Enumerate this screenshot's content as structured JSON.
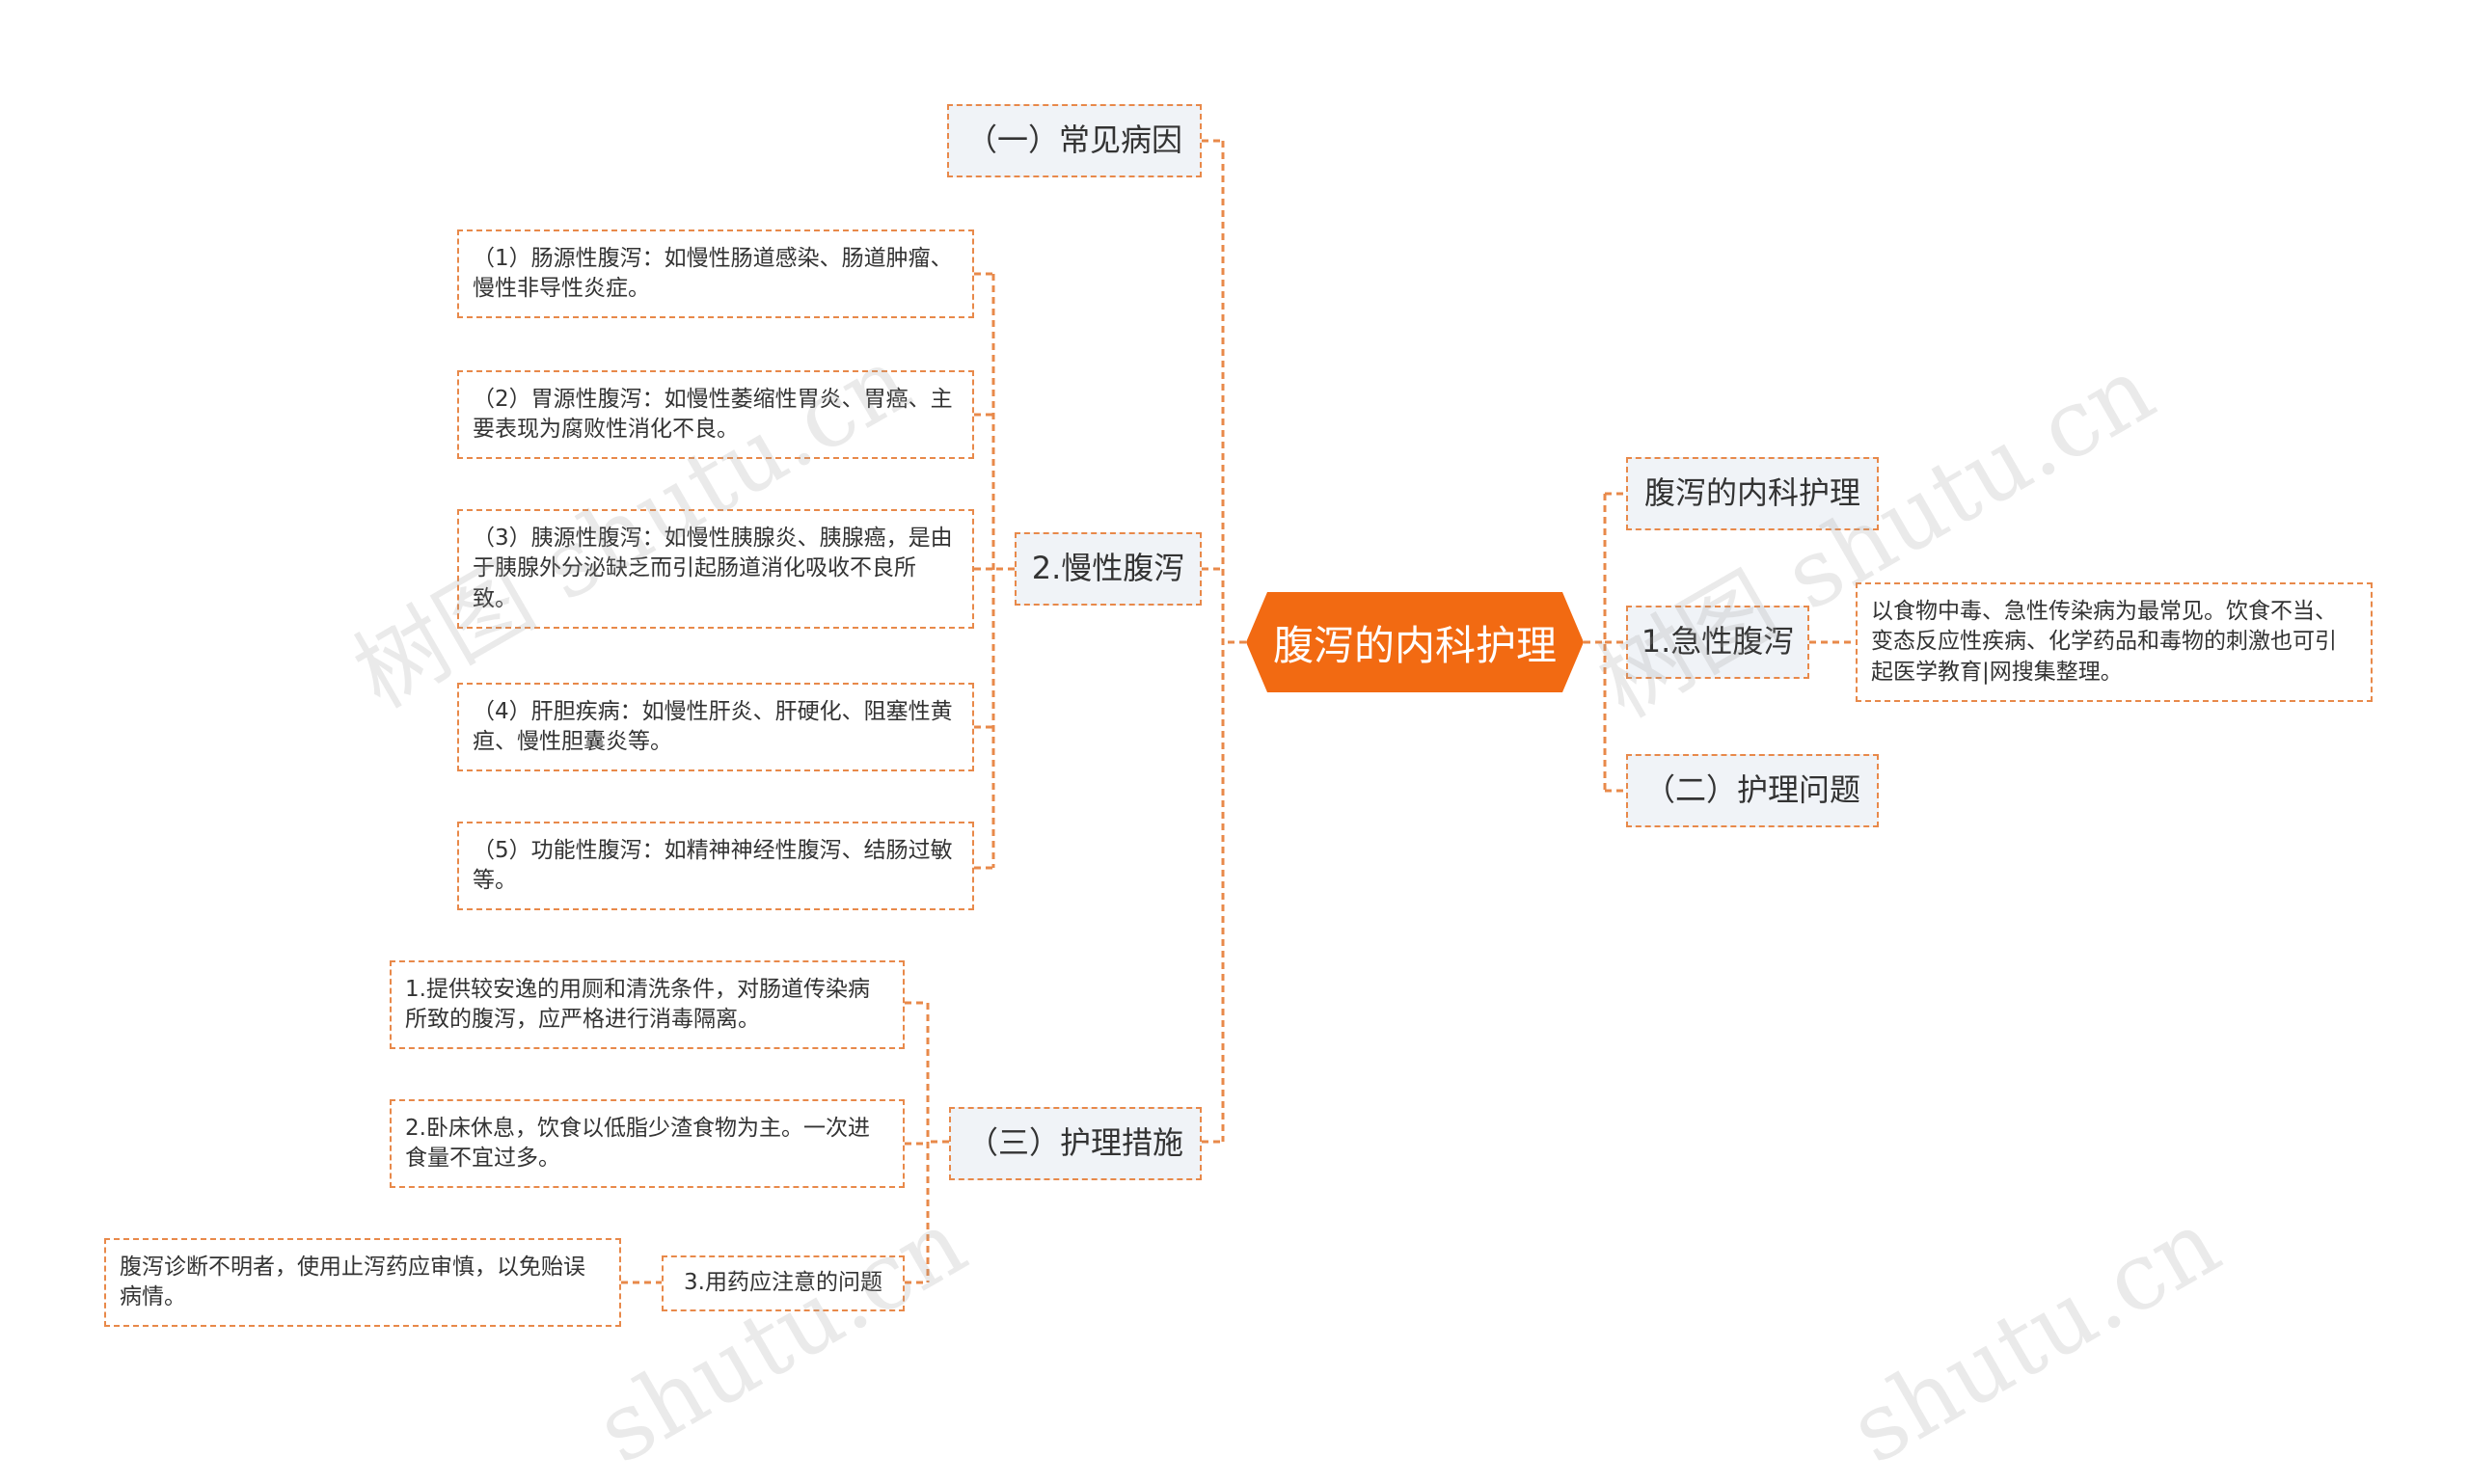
{
  "root": {
    "label": "腹泻的内科护理"
  },
  "left": {
    "common_causes": {
      "label": "（一）常见病因"
    },
    "chronic": {
      "label": "2.慢性腹泻",
      "items": [
        "（1）肠源性腹泻：如慢性肠道感染、肠道肿瘤、慢性非导性炎症。",
        "（2）胃源性腹泻：如慢性萎缩性胃炎、胃癌、主要表现为腐败性消化不良。",
        "（3）胰源性腹泻：如慢性胰腺炎、胰腺癌，是由于胰腺外分泌缺乏而引起肠道消化吸收不良所致。",
        "（4）肝胆疾病：如慢性肝炎、肝硬化、阻塞性黄疸、慢性胆囊炎等。",
        "（5）功能性腹泻：如精神神经性腹泻、结肠过敏等。"
      ]
    },
    "measures": {
      "label": "（三）护理措施",
      "items": [
        "1.提供较安逸的用厕和清洗条件，对肠道传染病所致的腹泻，应严格进行消毒隔离。",
        "2.卧床休息，饮食以低脂少渣食物为主。一次进食量不宜过多。"
      ],
      "drug": {
        "label": "3.用药应注意的问题",
        "detail": "腹泻诊断不明者，使用止泻药应审慎，以免贻误病情。"
      }
    }
  },
  "right": {
    "title_node": {
      "label": "腹泻的内科护理"
    },
    "acute": {
      "label": "1.急性腹泻",
      "detail": " 以食物中毒、急性传染病为最常见。饮食不当、变态反应性疾病、化学药品和毒物的刺激也可引起医学教育|网搜集整理。"
    },
    "problems": {
      "label": "（二）护理问题"
    }
  },
  "watermarks": [
    "树图 shutu.cn",
    "树图 shutu.cn",
    "shutu.cn",
    "shutu.cn"
  ],
  "colors": {
    "accent": "#f26a12",
    "line": "#e8894a",
    "sub_bg": "#f0f3f7"
  }
}
